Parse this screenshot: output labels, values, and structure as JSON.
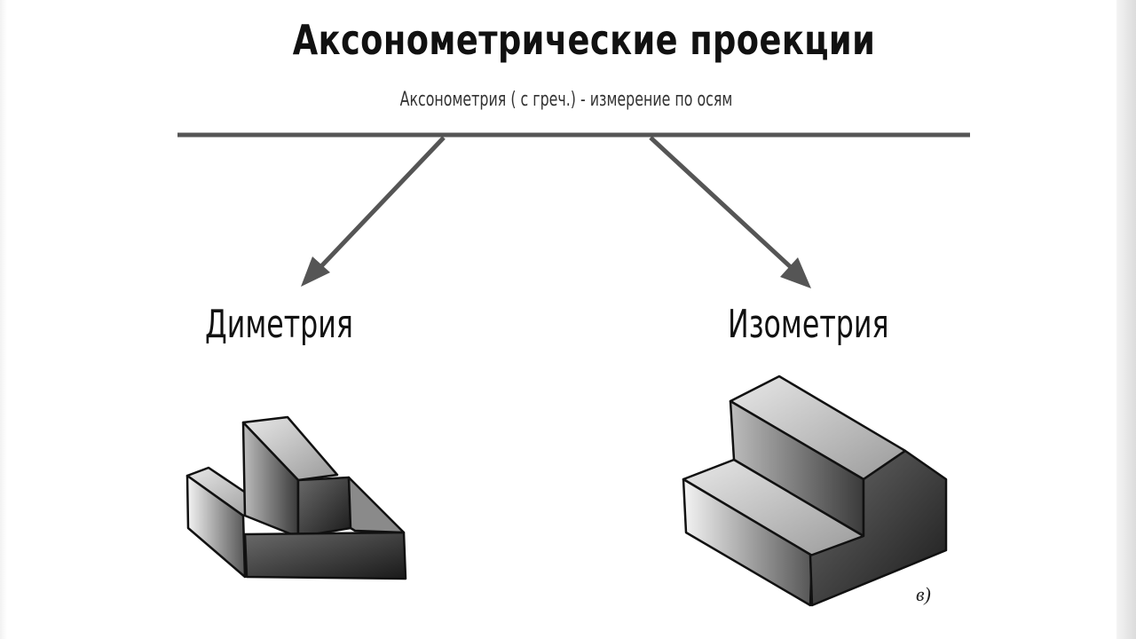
{
  "title": "Аксонометрические проекции",
  "subtitle": "Аксонометрия ( с греч.) - измерение по осям",
  "branches": [
    {
      "label": "Диметрия"
    },
    {
      "label": "Изометрия"
    }
  ],
  "figure_note": "в)",
  "colors": {
    "connector": "#555555",
    "text": "#111111",
    "background": "#ffffff"
  }
}
